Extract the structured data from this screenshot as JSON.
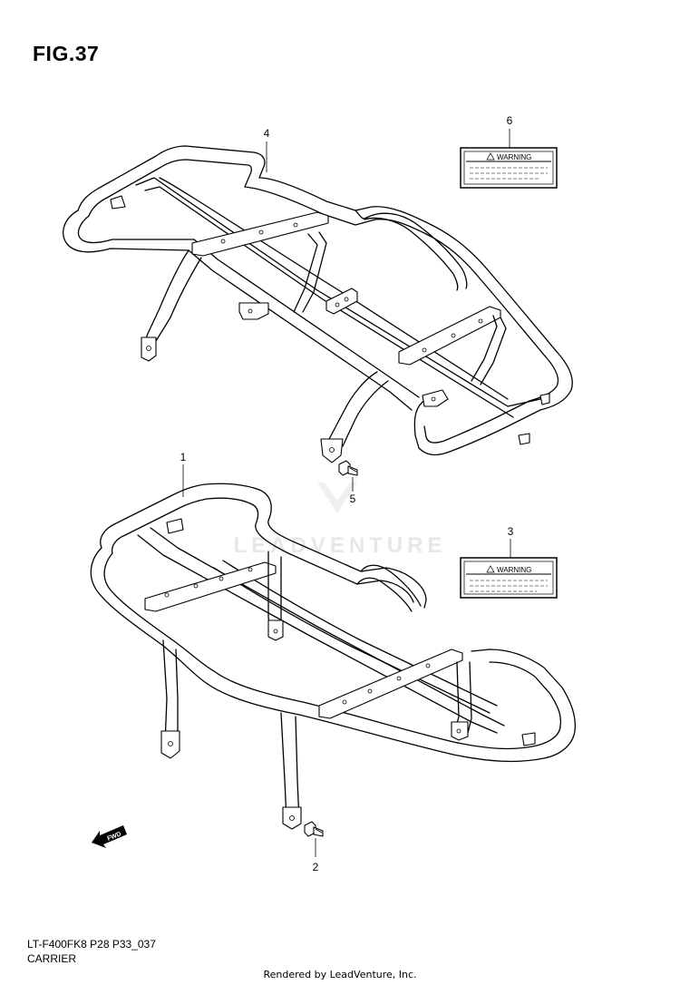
{
  "figure": {
    "title": "FIG.37",
    "name": "CARRIER",
    "code": "LT-F400FK8 P28 P33_037"
  },
  "callouts": {
    "p1": "1",
    "p2": "2",
    "p3": "3",
    "p4": "4",
    "p5": "5",
    "p6": "6"
  },
  "labels": {
    "warning_text": "WARNING"
  },
  "direction_arrow": {
    "text": "FWD"
  },
  "watermark": {
    "text": "LEADVENTURE"
  },
  "footer": {
    "rendered_by": "Rendered by LeadVenture, Inc."
  }
}
